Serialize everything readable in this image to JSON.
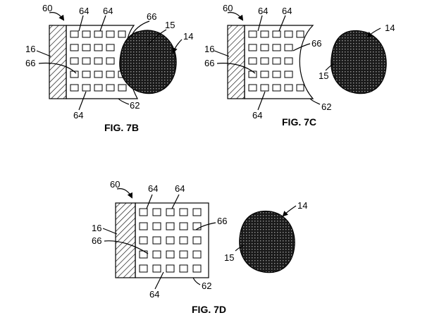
{
  "colors": {
    "ink": "#000000",
    "paper": "#ffffff",
    "object_fill": "#3a3a3a"
  },
  "figures": [
    {
      "caption": "FIG. 7B",
      "state": "deformed around object",
      "labels": {
        "device": "60",
        "cell_top_a": "64",
        "cell_top_b": "64",
        "cell_bottom": "64",
        "electrode": "66",
        "electrode_left": "66",
        "backing": "16",
        "substrate": "62",
        "surface": "15",
        "object": "14"
      }
    },
    {
      "caption": "FIG. 7C",
      "state": "deformed, object withdrawn",
      "labels": {
        "device": "60",
        "cell_top_a": "64",
        "cell_top_b": "64",
        "cell_bottom": "64",
        "electrode": "66",
        "electrode_left": "66",
        "backing": "16",
        "substrate": "62",
        "surface": "15",
        "object": "14"
      }
    },
    {
      "caption": "FIG. 7D",
      "state": "flat, object withdrawn",
      "labels": {
        "device": "60",
        "cell_top_a": "64",
        "cell_top_b": "64",
        "cell_bottom": "64",
        "electrode": "66",
        "electrode_left": "66",
        "backing": "16",
        "substrate": "62",
        "surface": "15",
        "object": "14"
      }
    }
  ]
}
